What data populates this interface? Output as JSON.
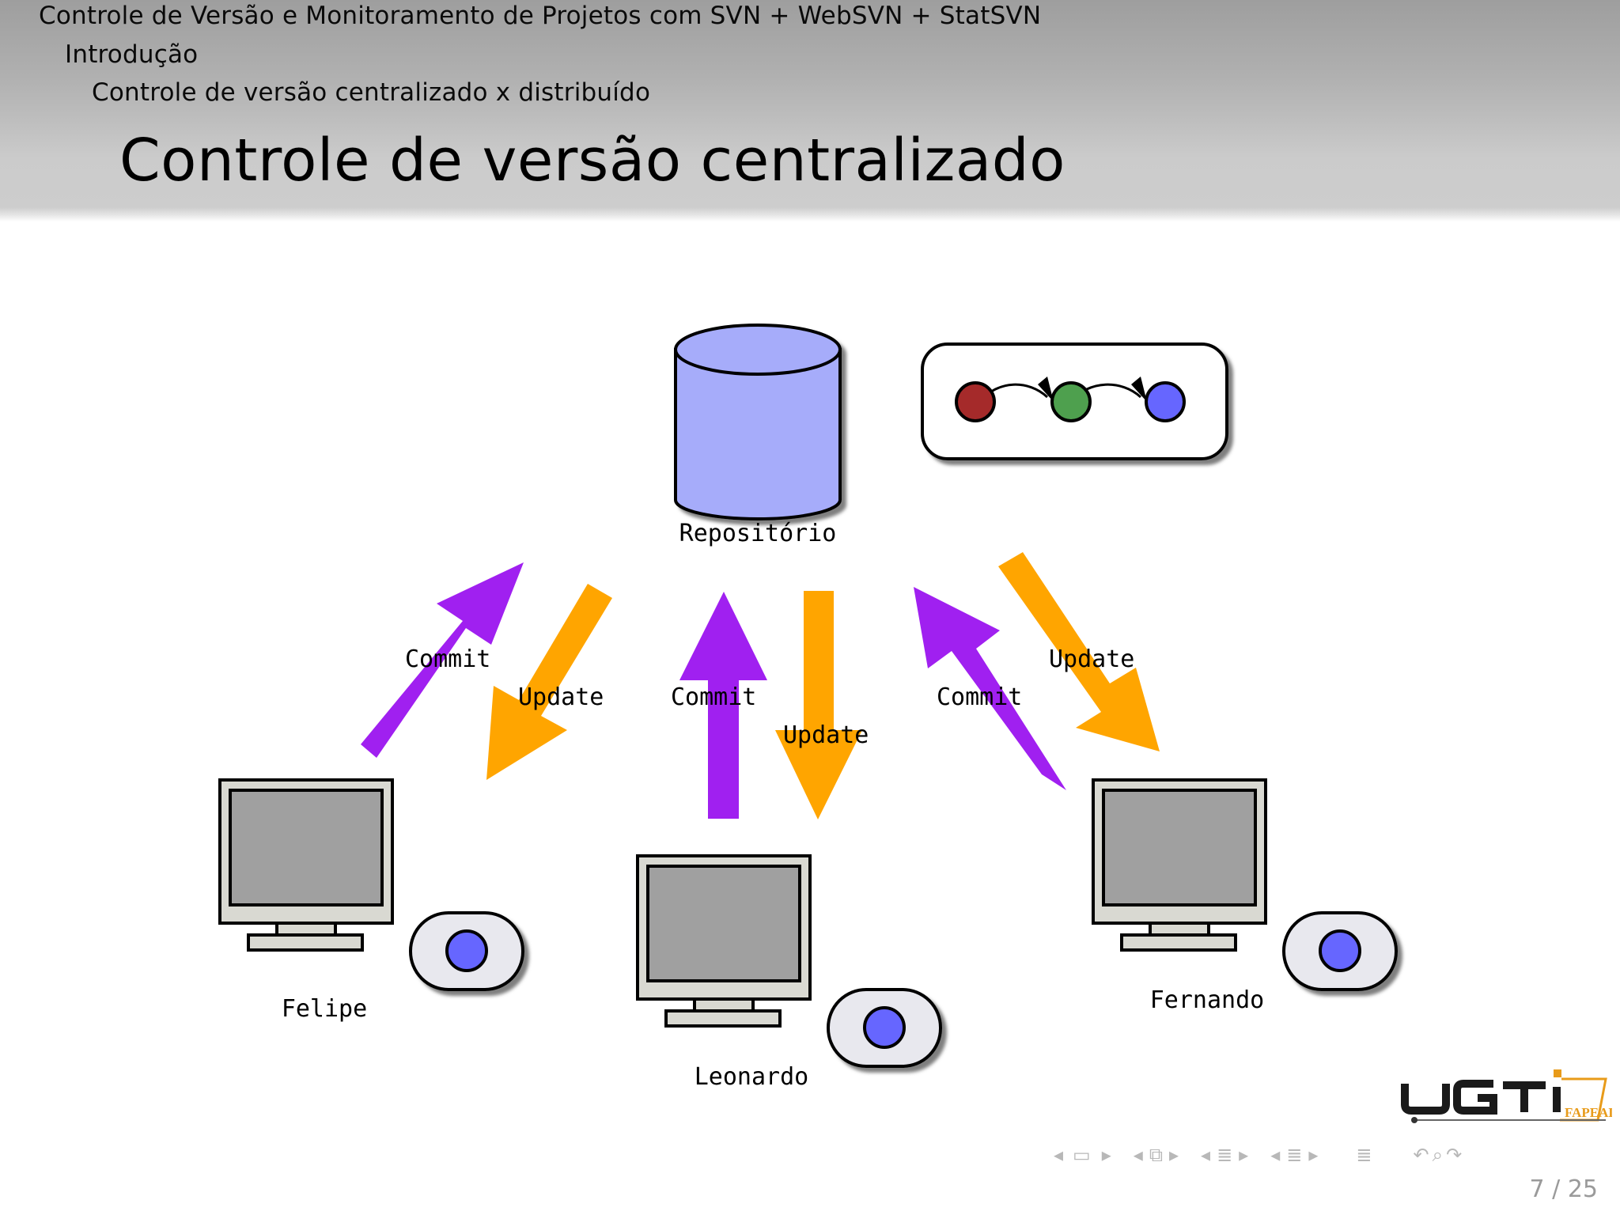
{
  "header": {
    "presentation_title": "Controle de Versão e Monitoramento de Projetos com SVN + WebSVN + StatSVN",
    "section": "Introdução",
    "subsection": "Controle de versão centralizado x distribuído"
  },
  "frame_title": "Controle de versão centralizado",
  "diagram": {
    "repository_label": "Repositório",
    "users": [
      {
        "name": "Felipe"
      },
      {
        "name": "Leonardo"
      },
      {
        "name": "Fernando"
      }
    ],
    "commit_label": "Commit",
    "update_label": "Update",
    "colors": {
      "commit_arrow": "#a020f0",
      "update_arrow": "#ffa500",
      "repository_fill": "#a6acfa",
      "history_node_1": "#a52a2a",
      "history_node_2": "#4ea04e",
      "history_node_3": "#6666ff",
      "working_copy_dot": "#6666ff"
    }
  },
  "logo": {
    "text": "UGTI",
    "subtext": "FAPEAL"
  },
  "navigation": {
    "symbols": [
      "arrow-left-icon",
      "frame-icon",
      "arrow-right-icon",
      "arrow-left-icon",
      "subsection-icon",
      "arrow-right-icon",
      "arrow-left-icon",
      "section-icon",
      "arrow-right-icon",
      "arrow-left-icon",
      "presentation-icon",
      "arrow-right-icon",
      "outline-icon",
      "undo-icon",
      "search-icon",
      "redo-icon"
    ],
    "page": "7 / 25"
  }
}
